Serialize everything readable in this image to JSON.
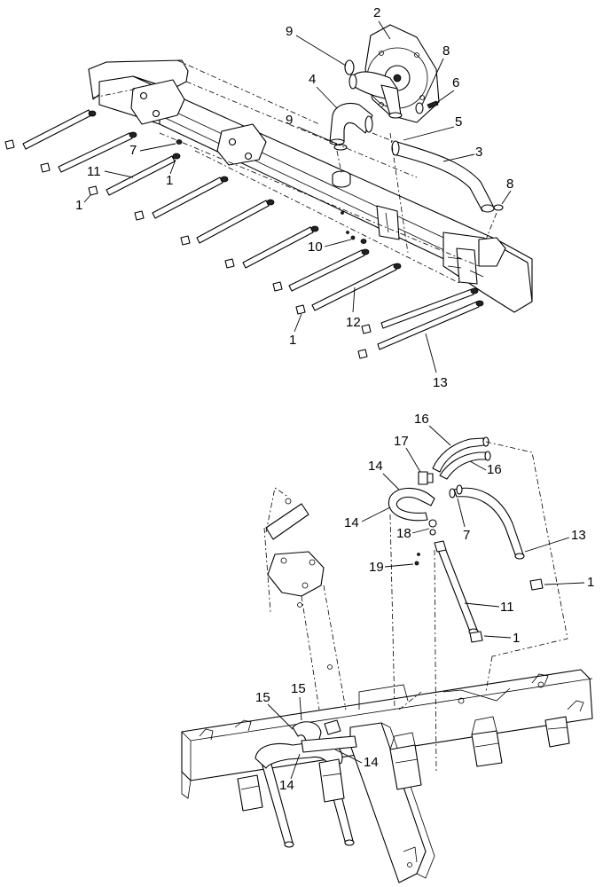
{
  "callouts": {
    "upper": {
      "c2": "2",
      "c9a": "9",
      "c8a": "8",
      "c4": "4",
      "c6": "6",
      "c9b": "9",
      "c5": "5",
      "c3": "3",
      "c7": "7",
      "c11": "11",
      "c1a": "1",
      "c1b": "1",
      "c8b": "8",
      "c10": "10",
      "c12": "12",
      "c1c": "1",
      "c13": "13"
    },
    "lower": {
      "c16a": "16",
      "c17": "17",
      "c16b": "16",
      "c14a": "14",
      "c14b": "14",
      "c7": "7",
      "c18": "18",
      "c13": "13",
      "c19": "19",
      "c1a": "1",
      "c11": "11",
      "c1b": "1",
      "c15a": "15",
      "c15b": "15",
      "c14c": "14",
      "c14d": "14"
    }
  }
}
